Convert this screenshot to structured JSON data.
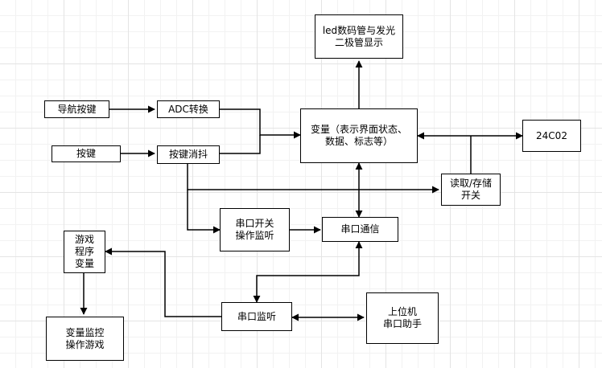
{
  "nodes": {
    "led": "led数码管与发光\n二极管显示",
    "nav_key": "导航按键",
    "adc": "ADC转换",
    "key": "按键",
    "debounce": "按键消抖",
    "variable": "变量（表示界面状态、\n数据、标志等）",
    "eeprom": "24C02",
    "rw_switch": "读取/存储\n开关",
    "serial_switch": "串口开关\n操作监听",
    "serial_comm": "串口通信",
    "game_var": "游戏\n程序\n变量",
    "serial_monitor": "串口监听",
    "host": "上位机\n串口助手",
    "var_monitor": "变量监控\n操作游戏"
  }
}
